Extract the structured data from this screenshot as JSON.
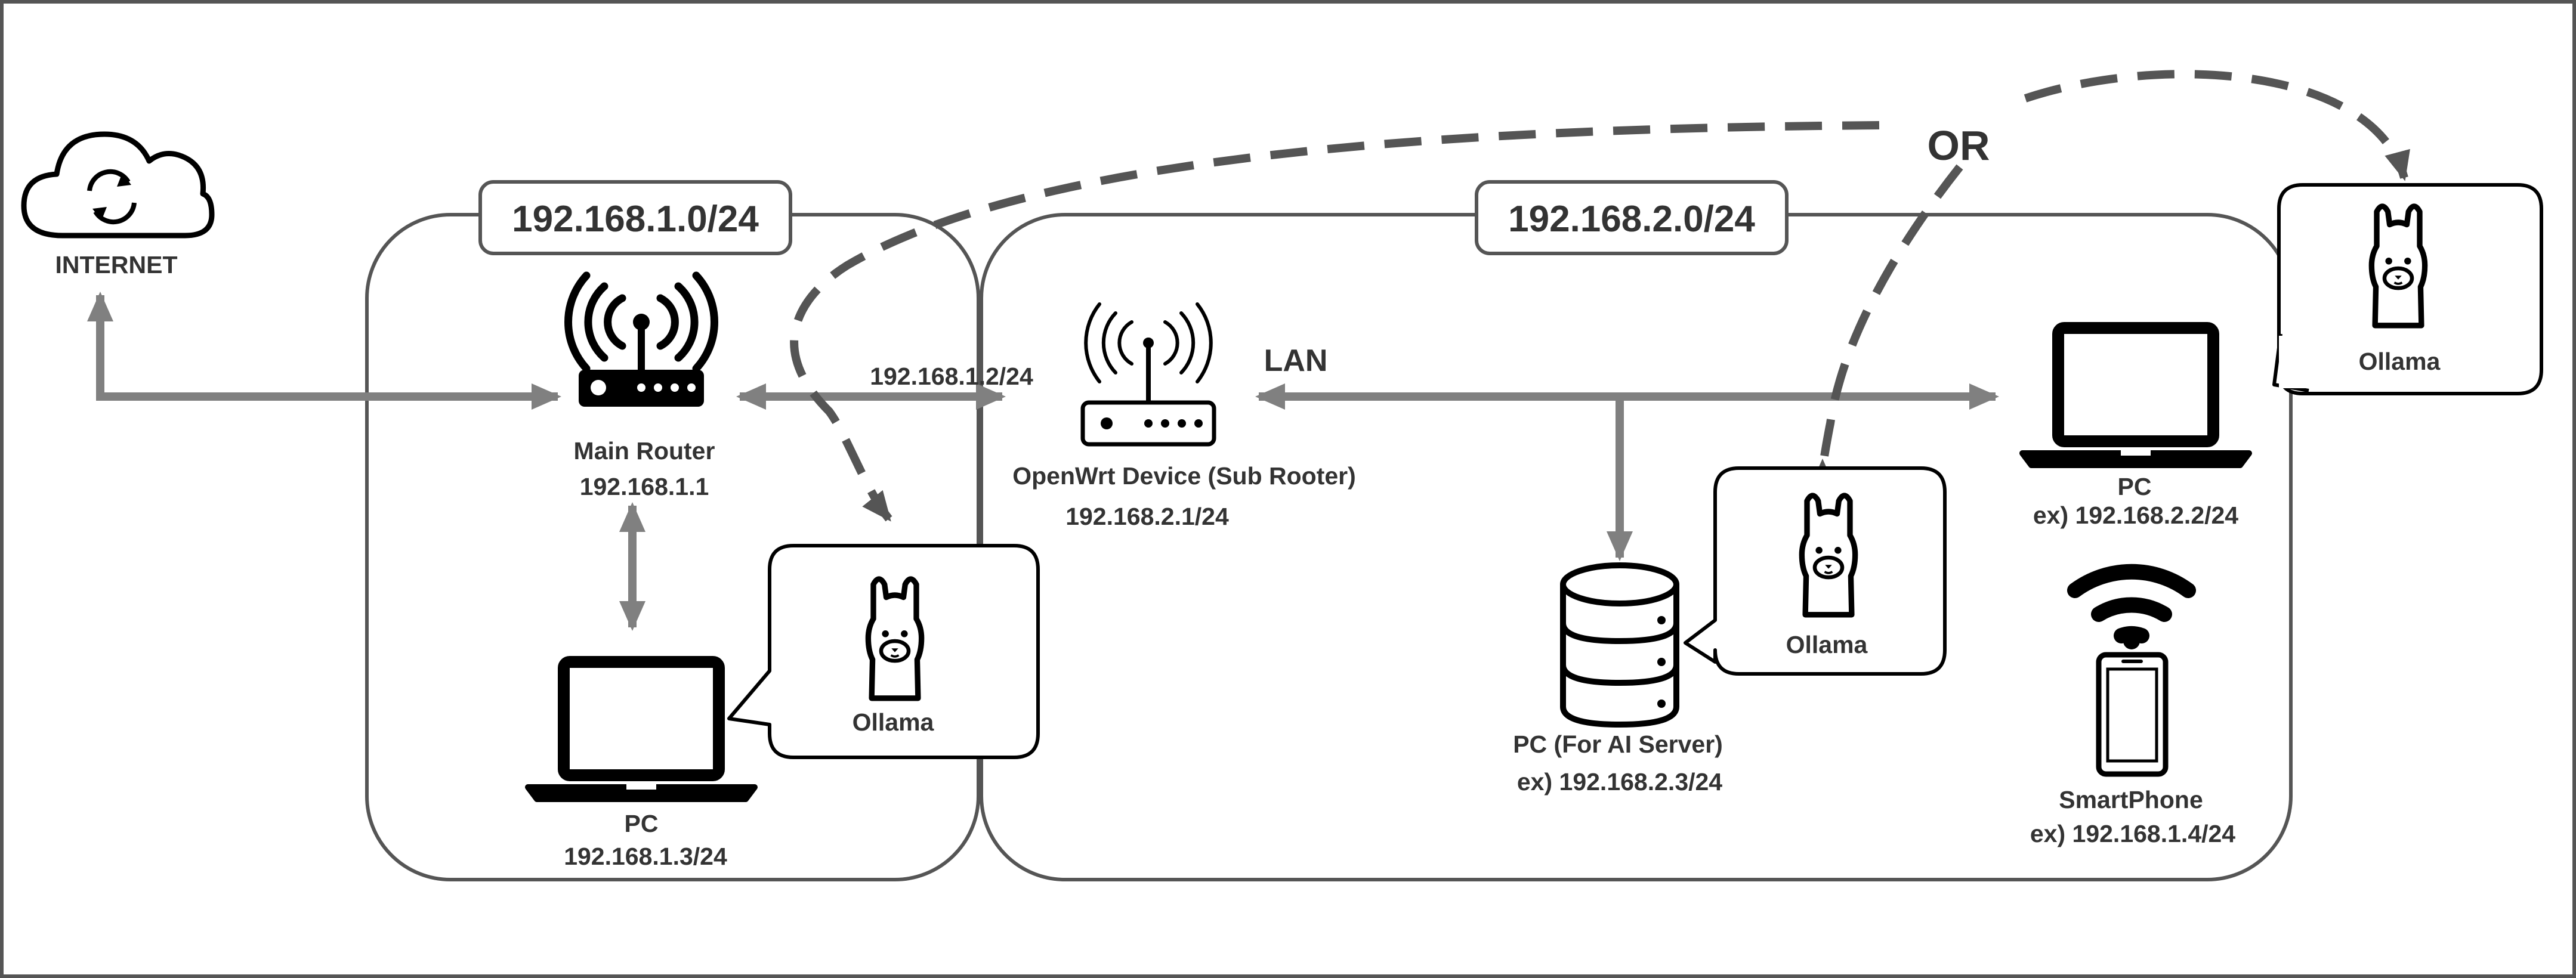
{
  "colors": {
    "stroke": "#555555",
    "arrow": "#808080",
    "dashed": "#555555",
    "text": "#333333",
    "icon": "#000000"
  },
  "internet": {
    "label": "INTERNET",
    "icon": "cloud-sync-icon"
  },
  "subnets": {
    "main": {
      "label": "192.168.1.0/24"
    },
    "sub": {
      "label": "192.168.2.0/24"
    }
  },
  "main_router": {
    "name": "Main Router",
    "ip": "192.168.1.1",
    "icon": "router-icon"
  },
  "link_label": "192.168.1.2/24",
  "openwrt": {
    "name": "OpenWrt Device (Sub Rooter)",
    "ip": "192.168.2.1/24",
    "icon": "router-icon"
  },
  "lan_label": "LAN",
  "or_label": "OR",
  "pc_main": {
    "name": "PC",
    "ip": "192.168.1.3/24",
    "icon": "laptop-icon"
  },
  "ai_server": {
    "name": "PC (For AI Server)",
    "ip": "ex) 192.168.2.3/24",
    "icon": "database-server-icon"
  },
  "pc_sub": {
    "name": "PC",
    "ip": "ex) 192.168.2.2/24",
    "icon": "laptop-icon"
  },
  "smartphone": {
    "name": "SmartPhone",
    "ip": "ex) 192.168.1.4/24",
    "icon": "smartphone-icon"
  },
  "ollama_bubbles": [
    {
      "label": "Ollama",
      "icon": "llama-icon"
    },
    {
      "label": "Ollama",
      "icon": "llama-icon"
    },
    {
      "label": "Ollama",
      "icon": "llama-icon"
    }
  ]
}
